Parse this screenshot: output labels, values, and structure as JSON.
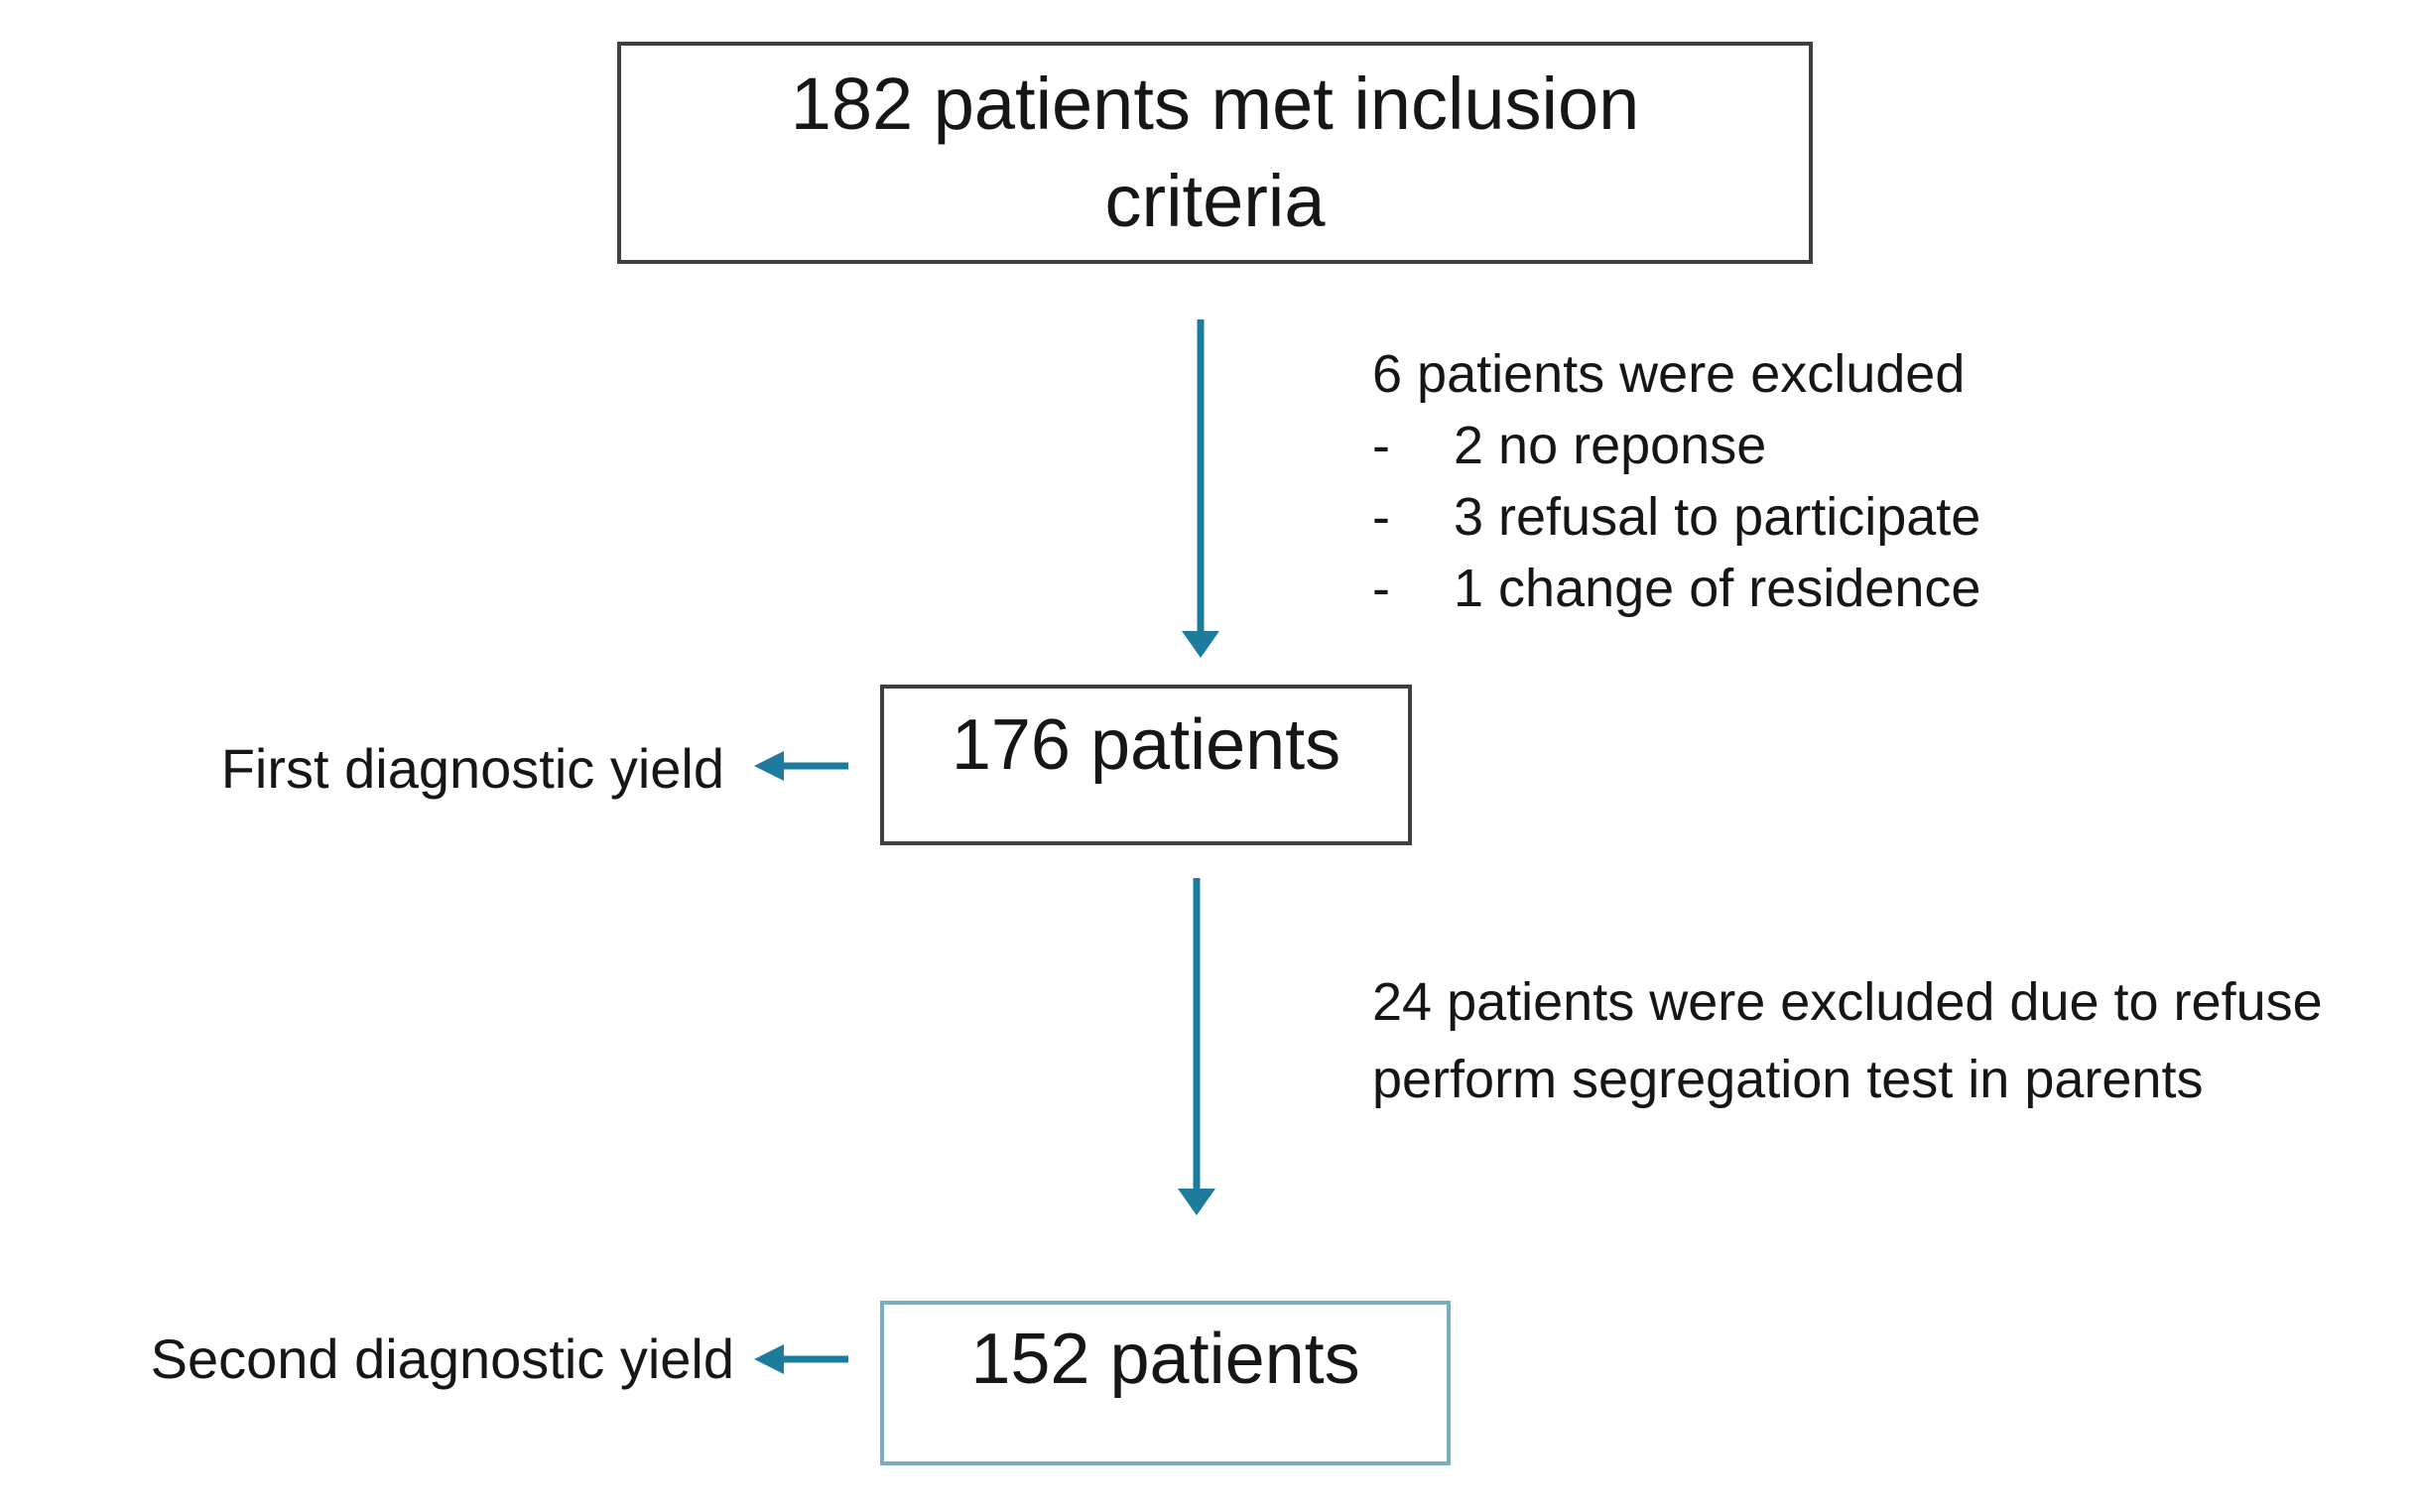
{
  "colors": {
    "accent": "#1d7b9e",
    "box_border_dark": "#3f3f3f",
    "box_border_teal": "#79adc2",
    "text": "#161616",
    "background": "#ffffff"
  },
  "flowchart": {
    "box_top": {
      "line1": "182 patients met inclusion",
      "line2": "criteria"
    },
    "exclusion_first": {
      "title": "6 patients were excluded",
      "bullet": "-",
      "items": [
        "2 no reponse",
        "3 refusal to participate",
        "1 change of residence"
      ]
    },
    "box_middle": {
      "label": "176 patients"
    },
    "label_first": "First diagnostic yield",
    "exclusion_second": {
      "line1": "24 patients were excluded due to refuse",
      "line2": "perform segregation test in parents"
    },
    "box_bottom": {
      "label": "152 patients"
    },
    "label_second": "Second diagnostic yield"
  }
}
